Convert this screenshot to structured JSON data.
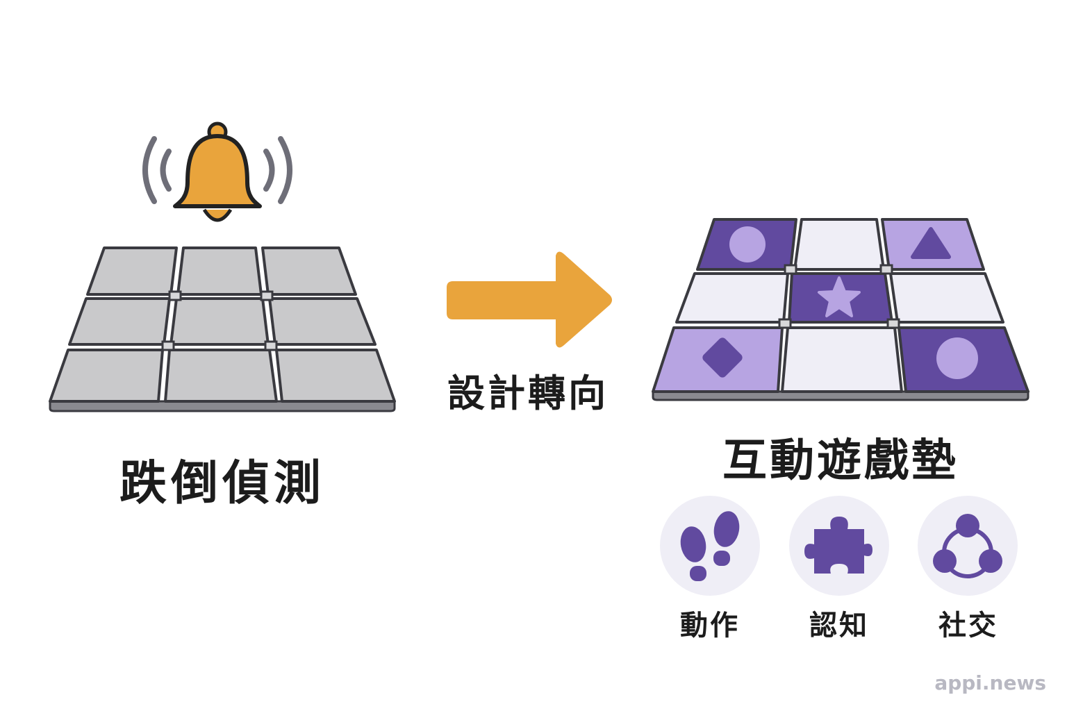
{
  "left": {
    "label": "跌倒偵測",
    "icon": "bell-icon"
  },
  "middle": {
    "label": "設計轉向",
    "icon": "arrow-right-icon"
  },
  "right": {
    "label": "互動遊戲墊"
  },
  "categories": [
    {
      "label": "動作",
      "icon": "footprints-icon"
    },
    {
      "label": "認知",
      "icon": "puzzle-piece-icon"
    },
    {
      "label": "社交",
      "icon": "social-network-icon"
    }
  ],
  "watermark": "appi.news",
  "colors": {
    "accent_orange": "#e9a43c",
    "purple_dark": "#614a9f",
    "purple_light": "#b7a4e2",
    "purple_pale": "#efeef6",
    "gray_tile": "#c9c9cb",
    "outline": "#3a3a40"
  }
}
